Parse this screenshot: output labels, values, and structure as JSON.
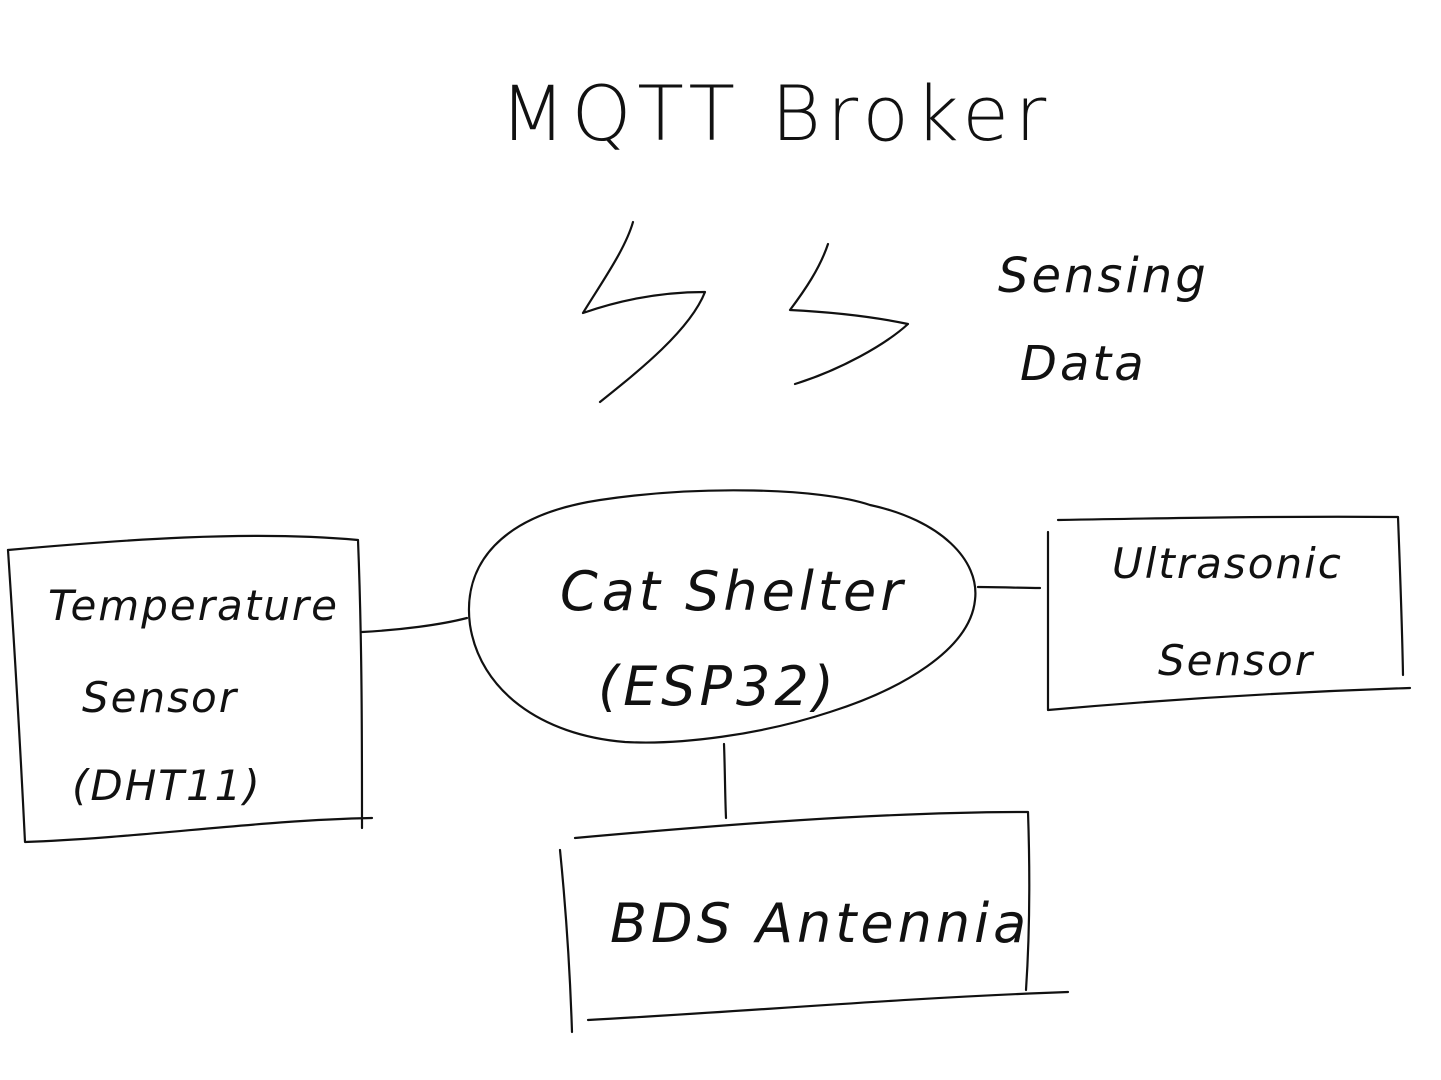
{
  "diagram": {
    "title": "MQTT Broker",
    "data_label_line1": "Sensing",
    "data_label_line2": "Data",
    "center_node": {
      "line1": "Cat Shelter",
      "line2": "(ESP32)"
    },
    "left_node": {
      "line1": "Temperature",
      "line2": "Sensor",
      "line3": "(DHT11)"
    },
    "right_node": {
      "line1": "Ultrasonic",
      "line2": "Sensor"
    },
    "bottom_node": {
      "line1": "BDS Antennia"
    },
    "stroke_color": "#111111",
    "background_color": "#ffffff",
    "style": "hand-drawn sketch",
    "icons": [
      "lightning-bolt-icon",
      "lightning-bolt-icon"
    ]
  }
}
